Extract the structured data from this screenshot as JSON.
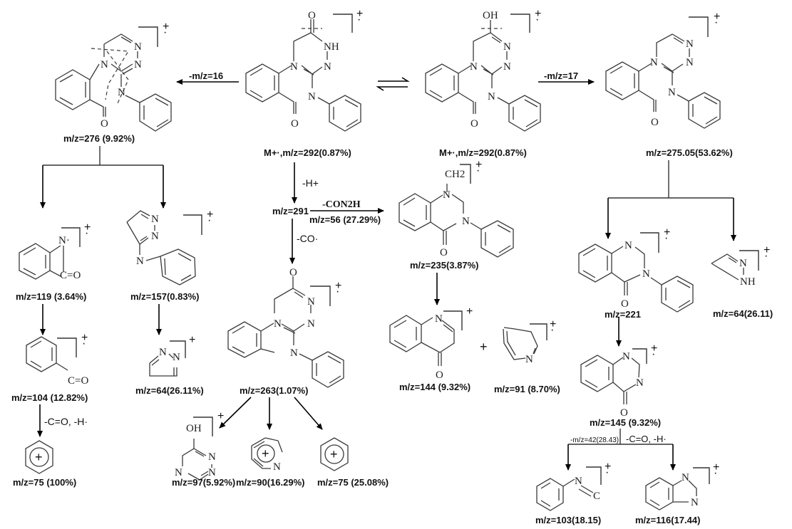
{
  "diagram": {
    "title": "Mass fragmentation pathway",
    "fragments": {
      "m276": "m/z=276 (9.92%)",
      "m292a": "M+·,m/z=292(0.87%)",
      "m292b": "M+·,m/z=292(0.87%)",
      "m275": "m/z=275.05(53.62%)",
      "m291": "m/z=291",
      "m235": "m/z=235(3.87%)",
      "m119": "m/z=119 (3.64%)",
      "m157": "m/z=157(0.83%)",
      "m263": "m/z=263(1.07%)",
      "m221": "m/z=221",
      "m64r": "m/z=64(26.11)",
      "m104": "m/z=104 (12.82%)",
      "m64l": "m/z=64(26.11%)",
      "m144": "m/z=144 (9.32%)",
      "m91": "m/z=91 (8.70%)",
      "m145": "m/z=145 (9.32%)",
      "m75a": "m/z=75 (100%)",
      "m97": "m/z=97(5.92%)",
      "m90": "m/z=90(16.29%)",
      "m75b": "m/z=75 (25.08%)",
      "m103": "m/z=103(18.15)",
      "m116": "m/z=116(17.44)"
    },
    "conditions": {
      "loss16": "-m/z=16",
      "loss17": "-m/z=17",
      "lossH": "-H+",
      "lossCON2H": "-CON2H",
      "loss56": "m/z=56 (27.29%)",
      "lossCO": "-CO·",
      "lossCOH_left": "-C=O, -H·",
      "loss42": "-m/z=42(28.43)",
      "lossCOH_right": "-C=O, -H·"
    },
    "charges": {
      "radical_cation": "+",
      "cation": "+"
    },
    "atoms": {
      "N": "N",
      "NH": "NH",
      "O": "O",
      "OH": "OH",
      "C": "C",
      "CO": "C=O",
      "CH2": "CH2",
      "Ndot": "N·"
    },
    "plus_sign": "+"
  }
}
